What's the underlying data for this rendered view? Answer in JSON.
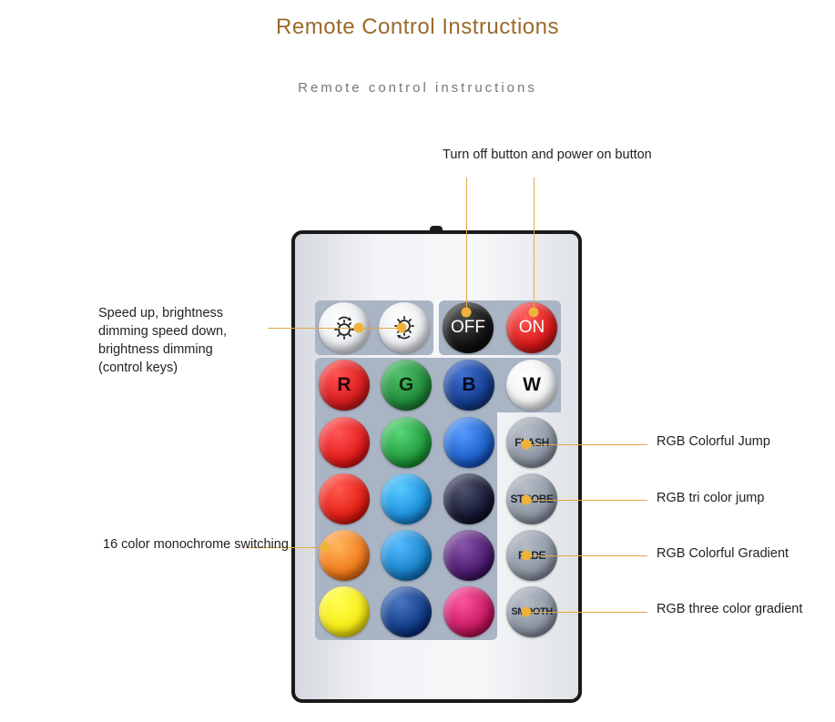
{
  "header": {
    "title": "Remote Control Instructions",
    "subtitle": "Remote control instructions"
  },
  "labels": {
    "power": "Turn off button and power on button",
    "speed": "Speed up, brightness dimming speed down, brightness dimming (control keys)",
    "monochrome": "16 color monochrome switching",
    "flash": "RGB Colorful Jump",
    "strobe": "RGB tri color jump",
    "fade": "RGB Colorful Gradient",
    "smooth": "RGB three color gradient"
  },
  "remote": {
    "buttons": {
      "brightness_up": {
        "icon": "sun-brightness-up-icon"
      },
      "brightness_down": {
        "icon": "sun-brightness-down-icon"
      },
      "off": {
        "label": "OFF",
        "color": "#111111"
      },
      "on": {
        "label": "ON",
        "color": "#d81818"
      },
      "r": {
        "label": "R",
        "color": "#d81c1c"
      },
      "g": {
        "label": "G",
        "color": "#1f8a3a"
      },
      "b": {
        "label": "B",
        "color": "#143d8f"
      },
      "w": {
        "label": "W",
        "color": "#ffffff"
      },
      "flash": {
        "label": "FLASH"
      },
      "strobe": {
        "label": "STROBE"
      },
      "fade": {
        "label": "FADE"
      },
      "smooth": {
        "label": "SMOOTH"
      }
    },
    "color_grid": [
      [
        "#e41b1b",
        "#1f9a3c",
        "#1b5fc8"
      ],
      [
        "#e41e14",
        "#1b8fdc",
        "#151833"
      ],
      [
        "#f17a1c",
        "#1780c8",
        "#4b1a6e"
      ],
      [
        "#f7ea14",
        "#0f3a86",
        "#c41760"
      ]
    ]
  }
}
